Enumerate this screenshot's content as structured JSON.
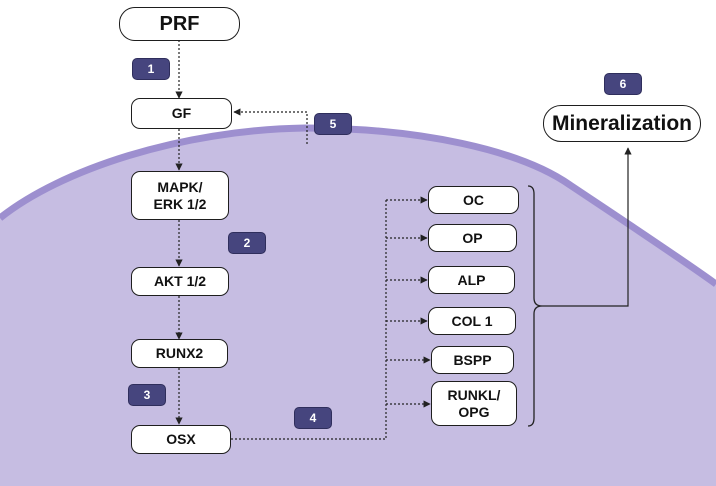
{
  "nodes": {
    "prf": "PRF",
    "gf": "GF",
    "mapk": "MAPK/\nERK 1/2",
    "akt": "AKT 1/2",
    "runx2": "RUNX2",
    "osx": "OSX",
    "oc": "OC",
    "op": "OP",
    "alp": "ALP",
    "col1": "COL 1",
    "bspp": "BSPP",
    "runkl": "RUNKL/\nOPG",
    "mineralization": "Mineralization"
  },
  "steps": [
    "1",
    "2",
    "3",
    "4",
    "5",
    "6"
  ],
  "colors": {
    "cell_fill": "#c6bde2",
    "cell_border": "#9d8fcf",
    "badge": "#46457e",
    "line": "#222222"
  }
}
